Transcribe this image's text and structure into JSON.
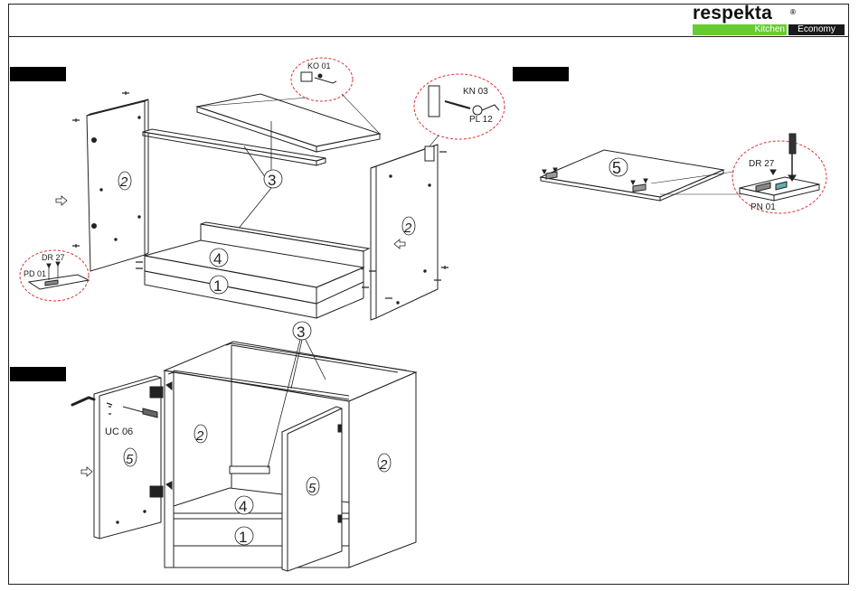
{
  "brand": {
    "name": "respekta",
    "registered_mark": "®",
    "tag_left": "Kitchen",
    "tag_right": "Economy",
    "colors": {
      "green": "#66cc33",
      "dark": "#1a1a1a"
    }
  },
  "parts": {
    "base_bottom": "1",
    "side_panel": "2",
    "rails": "3",
    "shelf": "4",
    "door": "5"
  },
  "hardware": {
    "ko01": "KO 01",
    "kn03": "KN 03",
    "pl12": "PL 12",
    "dr27": "DR 27",
    "pd01": "PD 01",
    "pn01": "PN 01",
    "uc06": "UC 06"
  },
  "colors": {
    "line": "#222222",
    "callout": "#e03030"
  }
}
